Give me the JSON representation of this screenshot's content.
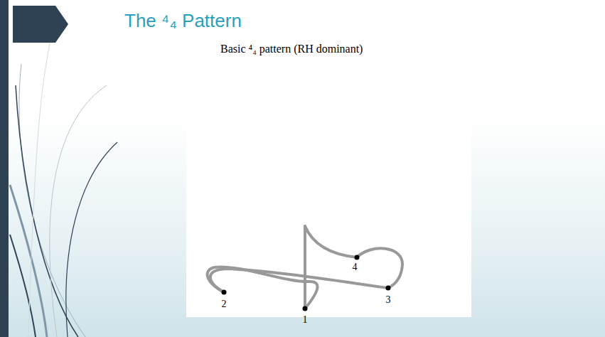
{
  "diagram": {
    "title": "The ⁴₄ Pattern",
    "labels": [
      "Basic ⁴₄ pattern (RH dominant)",
      "2",
      "1",
      "3",
      "4"
    ]
  }
}
